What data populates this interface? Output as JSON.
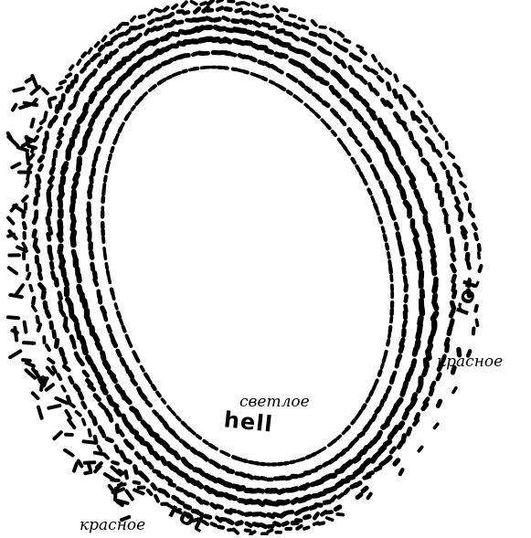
{
  "labels": {
    "inner_russian": "светлое",
    "inner_german": "hell",
    "right_russian": "красное",
    "right_german": "rot",
    "bottom_russian": "красное",
    "bottom_german": "rot"
  },
  "colors": {
    "ink": "#000000",
    "background": "#ffffff"
  }
}
